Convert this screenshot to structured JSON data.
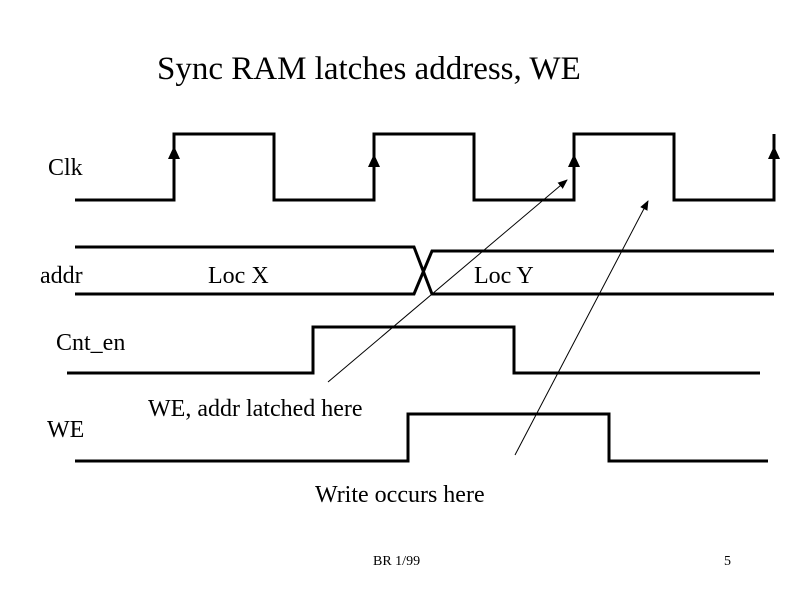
{
  "slide": {
    "title": "Sync RAM latches address, WE",
    "footer_center": "BR 1/99",
    "page_number": "5"
  },
  "signals": [
    {
      "name": "Clk",
      "type": "clock",
      "rising_edges": 4
    },
    {
      "name": "addr",
      "type": "bus",
      "values": [
        "Loc X",
        "Loc Y"
      ]
    },
    {
      "name": "Cnt_en",
      "type": "pulse"
    },
    {
      "name": "WE",
      "type": "pulse"
    }
  ],
  "annotations": [
    {
      "text": "WE, addr latched here",
      "points_to": "Clk rising edge 3"
    },
    {
      "text": "Write occurs here",
      "points_to": "Clk high period after edge 3"
    }
  ],
  "colors": {
    "line": "#000000",
    "background": "#ffffff"
  }
}
